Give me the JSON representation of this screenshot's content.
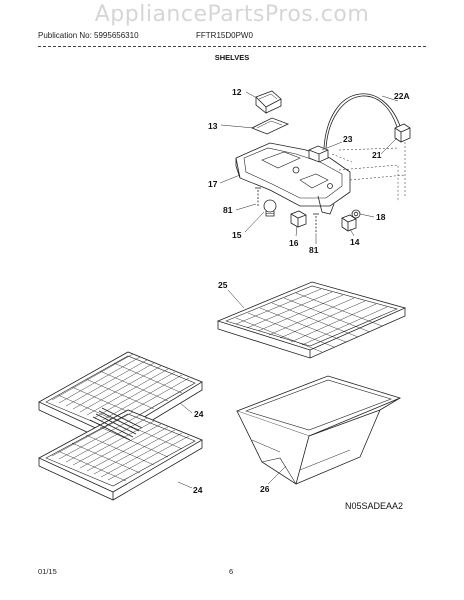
{
  "watermark": "AppliancePartsPros.com",
  "header": {
    "publication": "Publication No: 5995656310",
    "model": "FFTR15D0PW0"
  },
  "section_title": "SHELVES",
  "callouts": {
    "p12": "12",
    "p13": "13",
    "p17": "17",
    "p81a": "81",
    "p15": "15",
    "p16": "16",
    "p81b": "81",
    "p23": "23",
    "p22a": "22A",
    "p21": "21",
    "p18": "18",
    "p14": "14",
    "p25": "25",
    "p24a": "24",
    "p24b": "24",
    "p26": "26"
  },
  "diagram_code": "N05SADEAA2",
  "footer": {
    "date": "01/15",
    "page": "6"
  }
}
